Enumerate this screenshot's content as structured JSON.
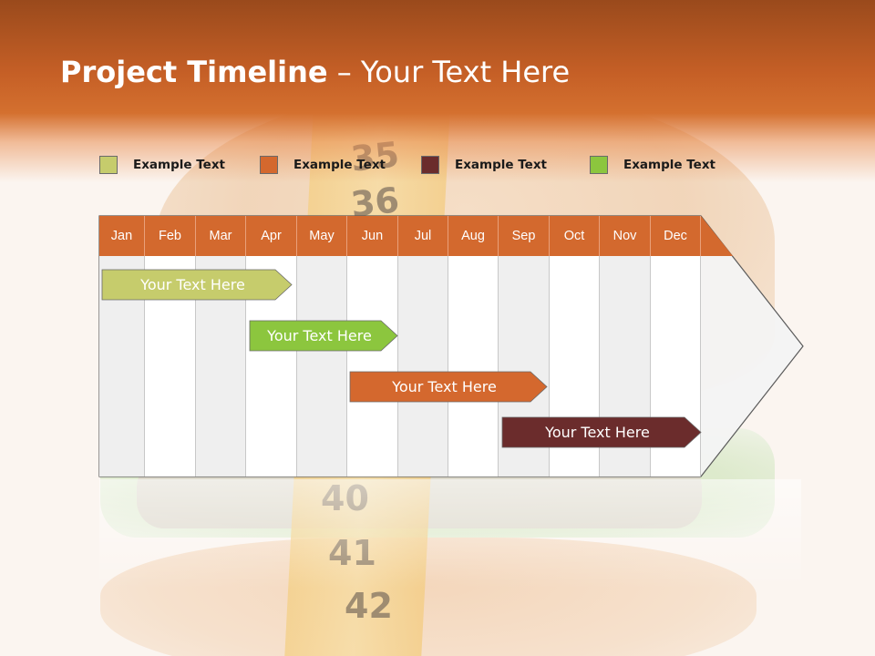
{
  "slide": {
    "title_bold": "Project Timeline",
    "title_rest": " – Your Text Here"
  },
  "legend": [
    {
      "label": "Example Text",
      "color": "#c6cc6c"
    },
    {
      "label": "Example Text",
      "color": "#d4682e"
    },
    {
      "label": "Example Text",
      "color": "#6b2c2c"
    },
    {
      "label": "Example Text",
      "color": "#8cc63e"
    }
  ],
  "months": [
    "Jan",
    "Feb",
    "Mar",
    "Apr",
    "May",
    "Jun",
    "Jul",
    "Aug",
    "Sep",
    "Oct",
    "Nov",
    "Dec"
  ],
  "tasks": [
    {
      "label": "Your  Text Here",
      "color": "#c6cc6c",
      "text_color": "#ffffff"
    },
    {
      "label": "Your  Text Here",
      "color": "#8cc63e",
      "text_color": "#ffffff"
    },
    {
      "label": "Your  Text Here",
      "color": "#d4682e",
      "text_color": "#ffffff"
    },
    {
      "label": "Your  Text Here",
      "color": "#6b2c2c",
      "text_color": "#ffffff"
    }
  ],
  "background": {
    "tape_numbers": [
      "35",
      "36",
      "40",
      "41",
      "42"
    ]
  }
}
